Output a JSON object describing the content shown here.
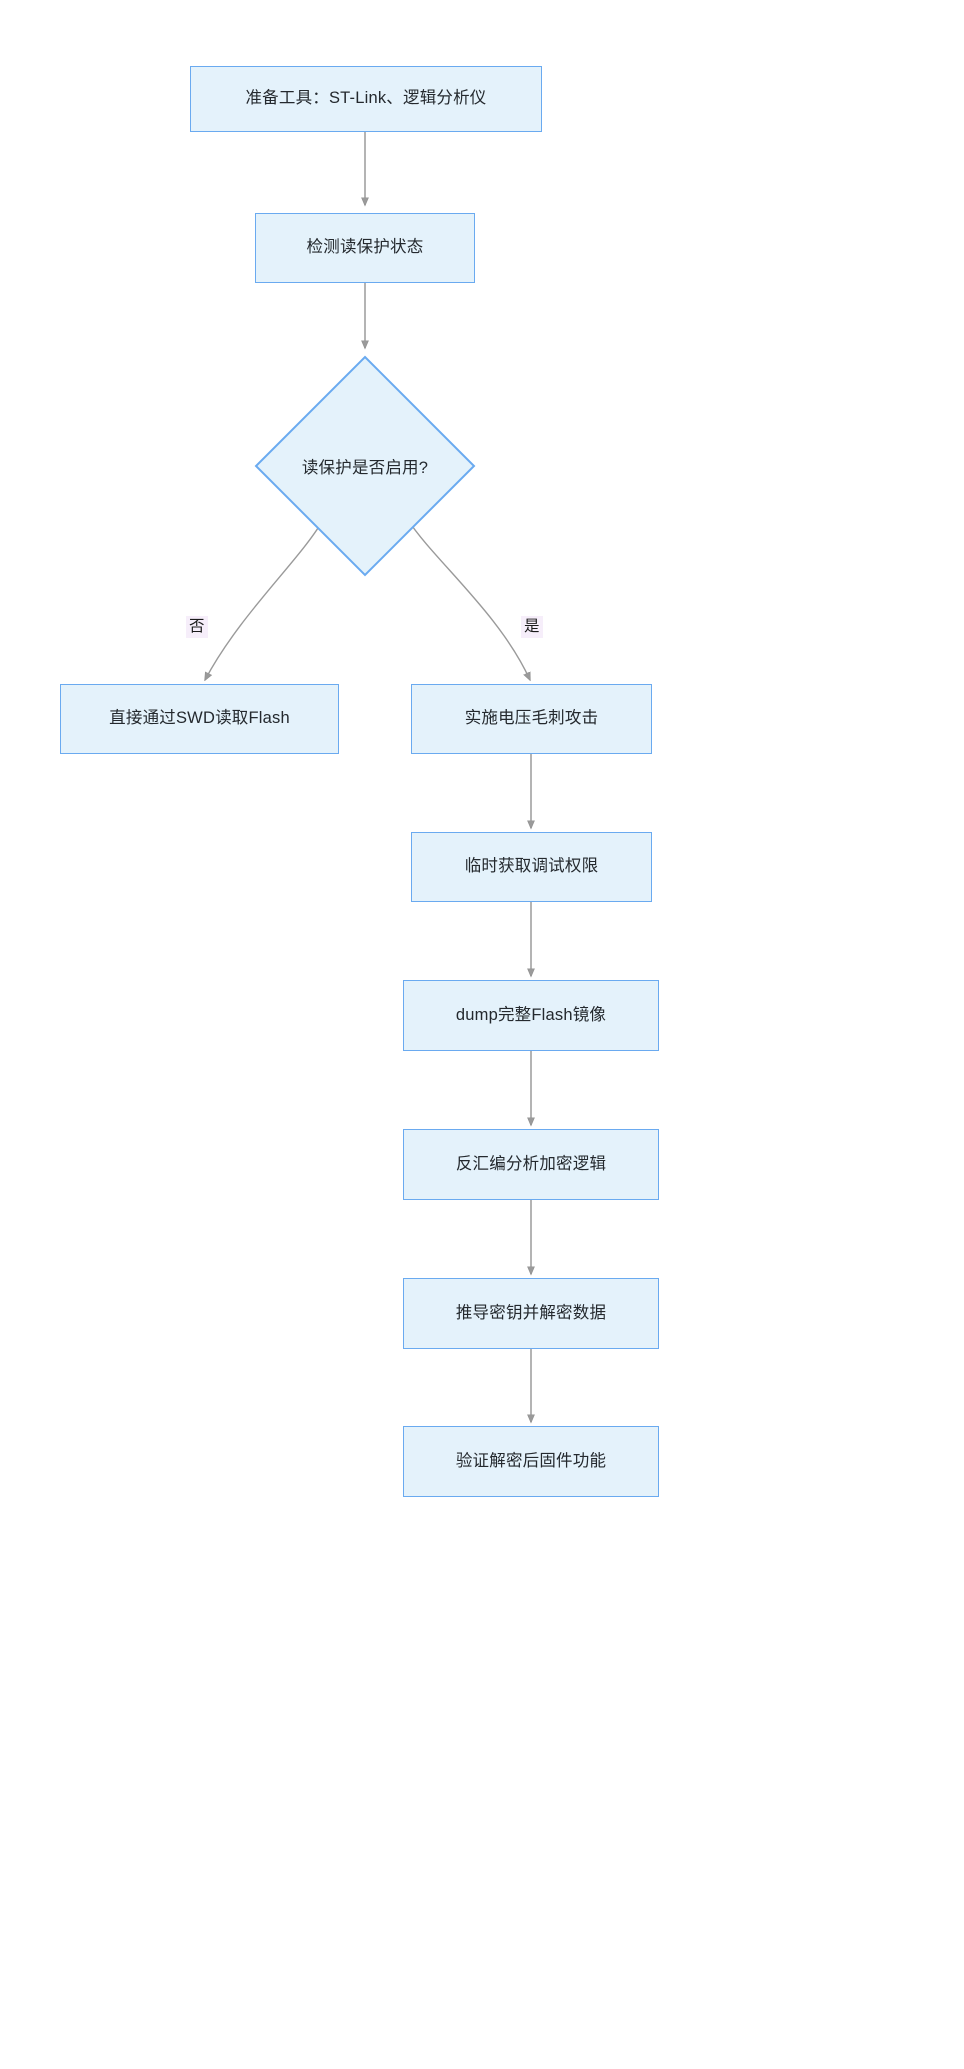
{
  "diagram": {
    "type": "flowchart",
    "direction": "top-to-bottom",
    "title_visible": false,
    "colors": {
      "node_fill": "#e4f2fb",
      "node_stroke": "#6aaaf0",
      "edge_stroke": "#9a9a9a",
      "edge_label_bg": "#f6eefa",
      "text": "#24292e",
      "background": "#ffffff"
    },
    "nodes": [
      {
        "id": "n1",
        "shape": "rect",
        "label": "准备工具：ST-Link、逻辑分析仪"
      },
      {
        "id": "n2",
        "shape": "rect",
        "label": "检测读保护状态"
      },
      {
        "id": "n3",
        "shape": "diamond",
        "label": "读保护是否启用?"
      },
      {
        "id": "n4",
        "shape": "rect",
        "label": "直接通过SWD读取Flash"
      },
      {
        "id": "n5",
        "shape": "rect",
        "label": "实施电压毛刺攻击"
      },
      {
        "id": "n6",
        "shape": "rect",
        "label": "临时获取调试权限"
      },
      {
        "id": "n7",
        "shape": "rect",
        "label": "dump完整Flash镜像"
      },
      {
        "id": "n8",
        "shape": "rect",
        "label": "反汇编分析加密逻辑"
      },
      {
        "id": "n9",
        "shape": "rect",
        "label": "推导密钥并解密数据"
      },
      {
        "id": "n10",
        "shape": "rect",
        "label": "验证解密后固件功能"
      }
    ],
    "edges": [
      {
        "from": "n1",
        "to": "n2",
        "label": ""
      },
      {
        "from": "n2",
        "to": "n3",
        "label": ""
      },
      {
        "from": "n3",
        "to": "n4",
        "label": "否"
      },
      {
        "from": "n3",
        "to": "n5",
        "label": "是"
      },
      {
        "from": "n5",
        "to": "n6",
        "label": ""
      },
      {
        "from": "n6",
        "to": "n7",
        "label": ""
      },
      {
        "from": "n7",
        "to": "n8",
        "label": ""
      },
      {
        "from": "n8",
        "to": "n9",
        "label": ""
      },
      {
        "from": "n9",
        "to": "n10",
        "label": ""
      }
    ],
    "edge_labels": {
      "no": "否",
      "yes": "是"
    }
  }
}
